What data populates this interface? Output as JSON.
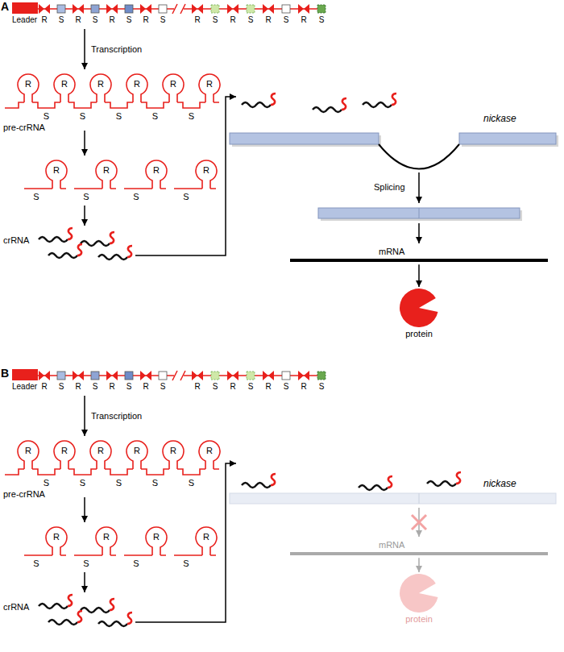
{
  "diagram": {
    "nodes": [
      {
        "text": [
          "Leader"
        ]
      },
      {
        "text": [
          "mRNA"
        ]
      },
      {
        "text": [
          "protein"
        ]
      },
      {
        "text": [
          "Leader"
        ]
      },
      {
        "text": [
          "mRNA"
        ]
      },
      {
        "text": [
          "protein"
        ]
      }
    ],
    "edges": [
      {
        "from": 1,
        "to": 2,
        "arrow": "to"
      },
      {
        "from": 4,
        "to": 5,
        "arrow": "to"
      }
    ],
    "labels": [
      "A",
      "R",
      "S",
      "R",
      "S",
      "R",
      "S",
      "R",
      "S",
      "R",
      "S",
      "R",
      "S",
      "R",
      "S",
      "R",
      "S",
      "Transcription",
      "R",
      "S",
      "R",
      "S",
      "R",
      "S",
      "R",
      "S",
      "R",
      "S",
      "R",
      "pre-crRNA",
      "R",
      "S",
      "R",
      "S",
      "R",
      "S",
      "R",
      "S",
      "crRNA",
      "nickase",
      "Splicing",
      "B",
      "R",
      "S",
      "R",
      "S",
      "R",
      "S",
      "R",
      "S",
      "R",
      "S",
      "R",
      "S",
      "R",
      "S",
      "R",
      "S",
      "Transcription",
      "R",
      "S",
      "R",
      "S",
      "R",
      "S",
      "R",
      "S",
      "R",
      "S",
      "R",
      "pre-crRNA",
      "R",
      "S",
      "R",
      "S",
      "R",
      "S",
      "R",
      "S",
      "crRNA",
      "nickase"
    ]
  }
}
